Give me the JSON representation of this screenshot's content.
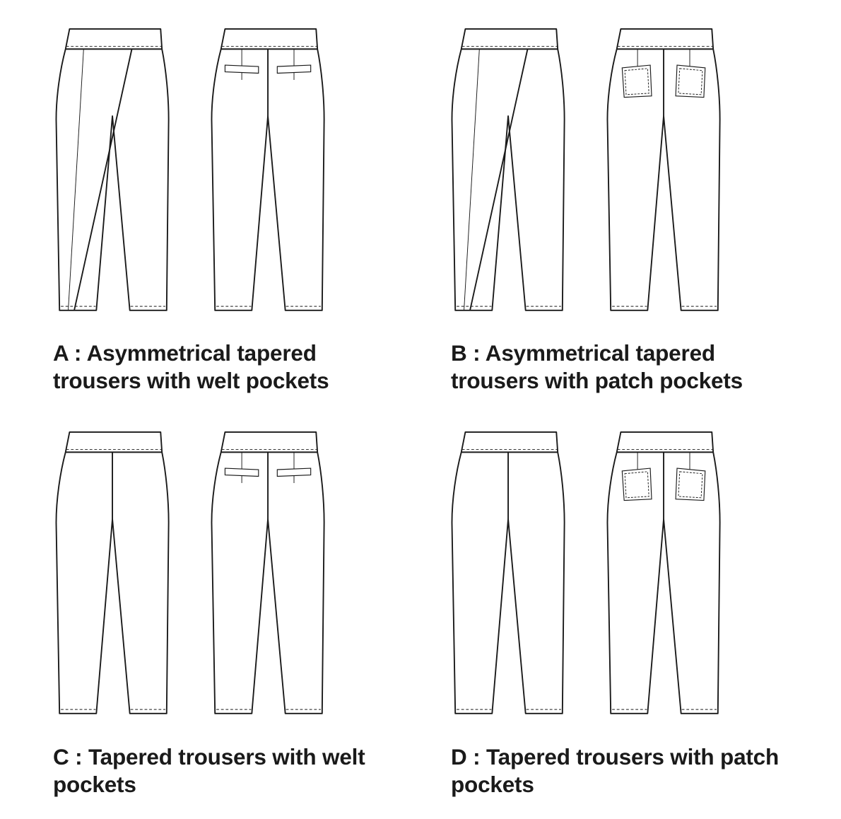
{
  "variants": [
    {
      "id": "A",
      "front": "asymmetrical",
      "pocket": "welt",
      "caption_line1": "A : Asymmetrical tapered",
      "caption_line2": "trousers with welt pockets"
    },
    {
      "id": "B",
      "front": "asymmetrical",
      "pocket": "patch",
      "caption_line1": "B : Asymmetrical tapered",
      "caption_line2": "trousers with patch pockets"
    },
    {
      "id": "C",
      "front": "plain",
      "pocket": "welt",
      "caption_line1": "C : Tapered trousers with welt",
      "caption_line2": "pockets"
    },
    {
      "id": "D",
      "front": "plain",
      "pocket": "patch",
      "caption_line1": "D : Tapered trousers with patch",
      "caption_line2": "pockets"
    }
  ],
  "colors": {
    "line": "#1a1a1a",
    "fill": "#ffffff",
    "text": "#1a1a1a"
  }
}
